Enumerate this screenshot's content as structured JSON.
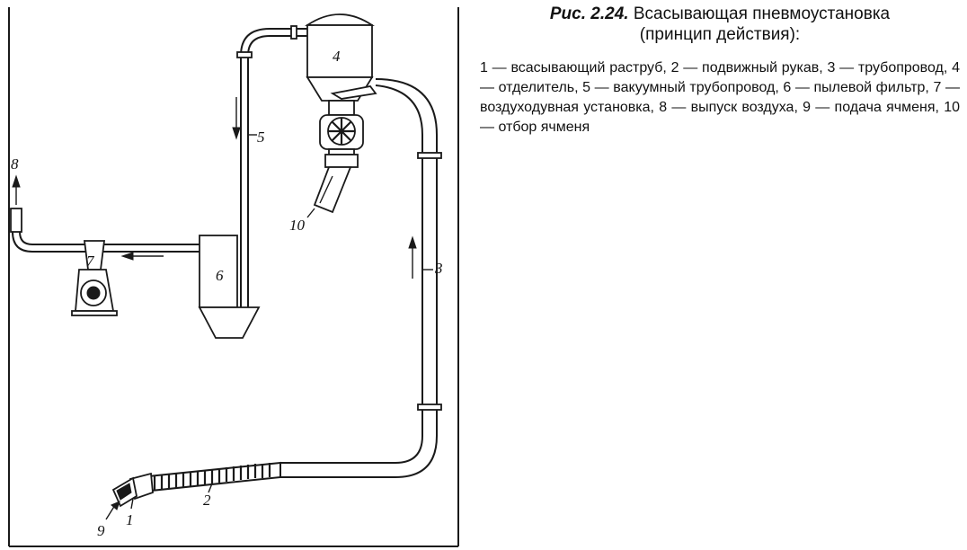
{
  "caption": {
    "label": "Рис. 2.24.",
    "title": "Всасывающая пневмоустановка",
    "subtitle": "(принцип действия):",
    "legend": "1 — всасывающий раструб, 2 — подвижный рукав, 3 — трубопровод, 4 — отделитель, 5 — вакуумный трубопровод, 6 — пылевой фильтр, 7 — воздуходувная установка, 8 — выпуск воздуха, 9 — подача ячменя, 10 — отбор ячменя"
  },
  "labels": {
    "n1": "1",
    "n2": "2",
    "n3": "3",
    "n4": "4",
    "n5": "5",
    "n6": "6",
    "n7": "7",
    "n8": "8",
    "n9": "9",
    "n10": "10"
  }
}
